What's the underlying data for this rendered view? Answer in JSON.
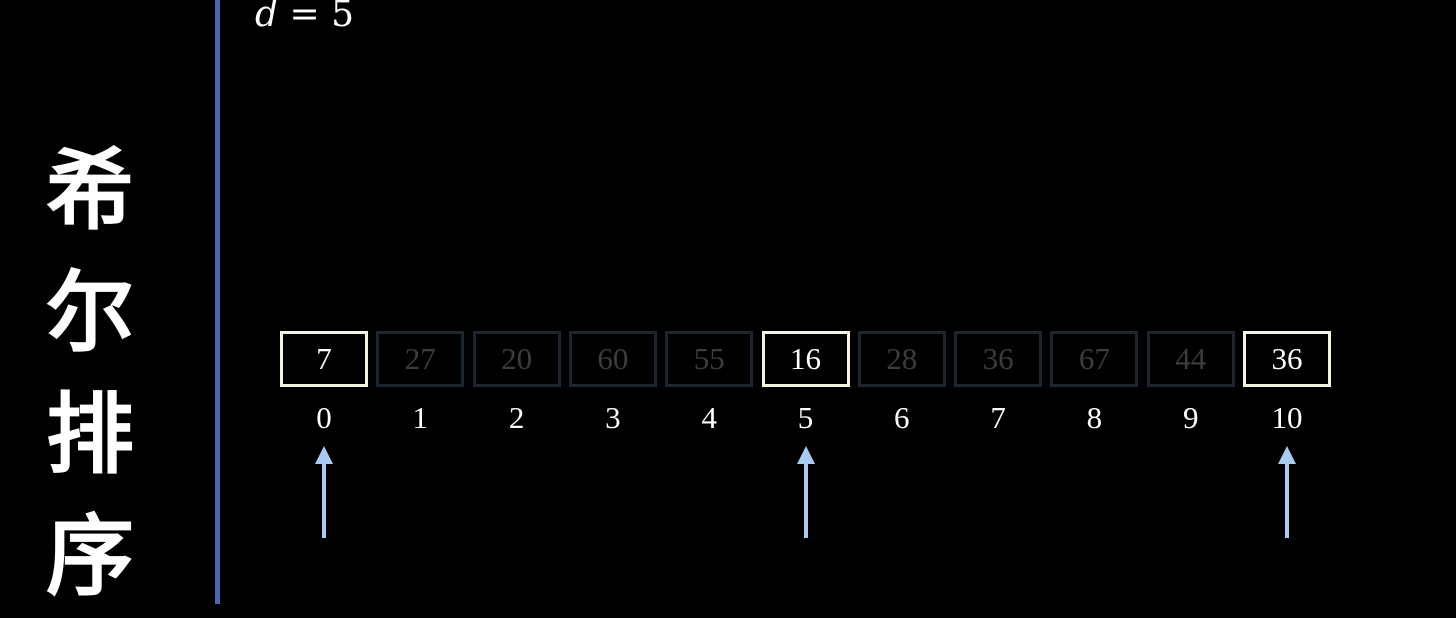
{
  "title_chars": [
    "希",
    "尔",
    "排",
    "序"
  ],
  "gap_label": {
    "var": "d",
    "eq": "=",
    "value": "5"
  },
  "array": [
    {
      "index": "0",
      "value": "7",
      "active": true
    },
    {
      "index": "1",
      "value": "27",
      "active": false
    },
    {
      "index": "2",
      "value": "20",
      "active": false
    },
    {
      "index": "3",
      "value": "60",
      "active": false
    },
    {
      "index": "4",
      "value": "55",
      "active": false
    },
    {
      "index": "5",
      "value": "16",
      "active": true
    },
    {
      "index": "6",
      "value": "28",
      "active": false
    },
    {
      "index": "7",
      "value": "36",
      "active": false
    },
    {
      "index": "8",
      "value": "67",
      "active": false
    },
    {
      "index": "9",
      "value": "44",
      "active": false
    },
    {
      "index": "10",
      "value": "36",
      "active": true
    }
  ],
  "arrow_indices": [
    0,
    5,
    10
  ],
  "colors": {
    "arrow": "#a9cbf2",
    "divider": "#4a68b0",
    "active_border": "#f4f4e2",
    "inactive_border": "#1c2631"
  }
}
